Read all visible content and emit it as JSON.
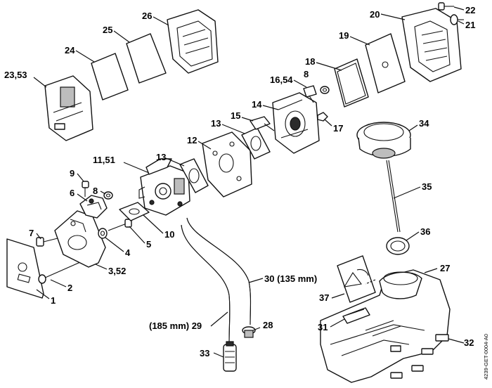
{
  "diagram": {
    "drawing_code": "4239-GET-0004-A0",
    "callouts": [
      {
        "id": "c1",
        "text": "1"
      },
      {
        "id": "c2",
        "text": "2"
      },
      {
        "id": "c3",
        "text": "3,52"
      },
      {
        "id": "c4",
        "text": "4"
      },
      {
        "id": "c5",
        "text": "5"
      },
      {
        "id": "c6",
        "text": "6"
      },
      {
        "id": "c7",
        "text": "7"
      },
      {
        "id": "c8a",
        "text": "8"
      },
      {
        "id": "c8b",
        "text": "8"
      },
      {
        "id": "c9",
        "text": "9"
      },
      {
        "id": "c10",
        "text": "10"
      },
      {
        "id": "c11",
        "text": "11,51"
      },
      {
        "id": "c12",
        "text": "12"
      },
      {
        "id": "c13a",
        "text": "13"
      },
      {
        "id": "c13b",
        "text": "13"
      },
      {
        "id": "c14",
        "text": "14"
      },
      {
        "id": "c15",
        "text": "15"
      },
      {
        "id": "c16",
        "text": "16,54"
      },
      {
        "id": "c17",
        "text": "17"
      },
      {
        "id": "c18",
        "text": "18"
      },
      {
        "id": "c19",
        "text": "19"
      },
      {
        "id": "c20",
        "text": "20"
      },
      {
        "id": "c21",
        "text": "21"
      },
      {
        "id": "c22",
        "text": "22"
      },
      {
        "id": "c23",
        "text": "23,53"
      },
      {
        "id": "c24",
        "text": "24"
      },
      {
        "id": "c25",
        "text": "25"
      },
      {
        "id": "c26",
        "text": "26"
      },
      {
        "id": "c27",
        "text": "27"
      },
      {
        "id": "c28",
        "text": "28"
      },
      {
        "id": "c29",
        "text": "(185 mm) 29"
      },
      {
        "id": "c30",
        "text": "30 (135 mm)"
      },
      {
        "id": "c31",
        "text": "31"
      },
      {
        "id": "c32",
        "text": "32"
      },
      {
        "id": "c33",
        "text": "33"
      },
      {
        "id": "c34",
        "text": "34"
      },
      {
        "id": "c35",
        "text": "35"
      },
      {
        "id": "c36",
        "text": "36"
      },
      {
        "id": "c37",
        "text": "37"
      }
    ]
  }
}
